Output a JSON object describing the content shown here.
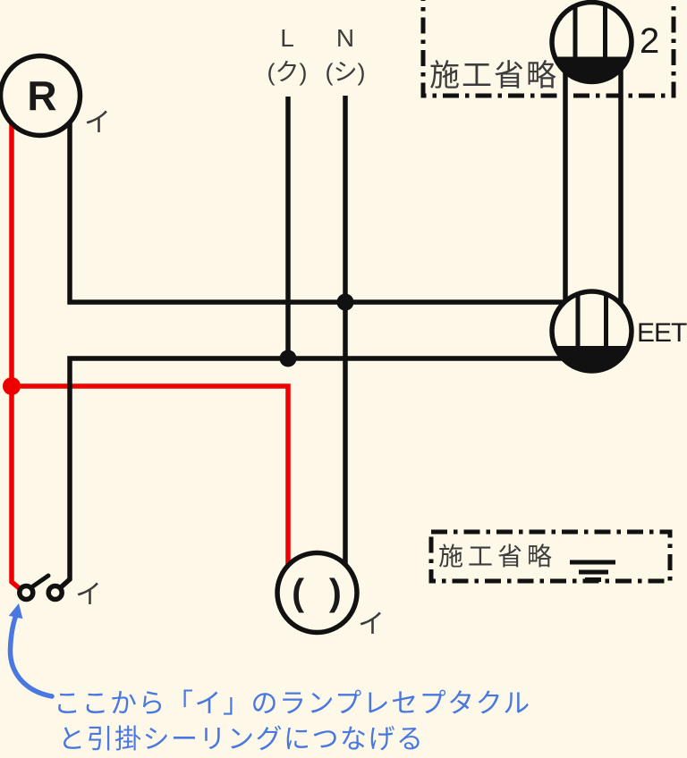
{
  "colors": {
    "background": "#fdf8e8",
    "wire_black": "#111111",
    "wire_red": "#ee0000",
    "text_dark": "#1a1a1a",
    "text_gray": "#3c3c3c",
    "annotation_blue": "#4a78e0"
  },
  "source": {
    "l_terminal": "L",
    "l_wire_mark": "(ク)",
    "n_terminal": "N",
    "n_wire_mark": "(シ)"
  },
  "boxes": {
    "top_label": "施工省略",
    "bottom_label": "施工省略"
  },
  "devices": {
    "lamp_receptacle": {
      "symbol": "R",
      "circuit": "イ"
    },
    "outlet_top": {
      "ports": "2"
    },
    "outlet_eet": {
      "label": "EET"
    },
    "ceiling_rose": {
      "symbol": "( )",
      "circuit": "イ"
    },
    "switch": {
      "circuit": "イ"
    }
  },
  "annotation": {
    "line1": "ここから「イ」のランプレセプタクル",
    "line2": "と引掛シーリングにつなげる"
  }
}
